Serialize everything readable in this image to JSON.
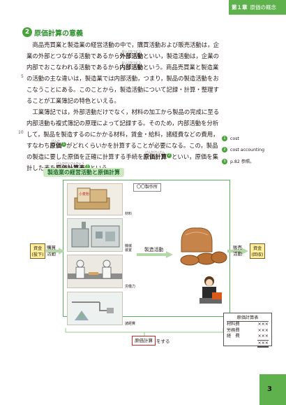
{
  "header": {
    "chapter_no": "第１章",
    "chapter_title": "原価の概念"
  },
  "section": {
    "number": "2",
    "title": "原価計算の意義"
  },
  "paragraph1": {
    "l1": "商品売買業と製造業の経営活動の中で，購買活動および販売活動は，企",
    "l2a": "業の外部とつながる活動であるから",
    "l2b": "外部活動",
    "l2b_ruby": "がいぶかつどう",
    "l2c": "といい，製造活動は，企業の",
    "l3a": "内部でおこなわれる活動であるから",
    "l3b": "内部活動",
    "l3b_ruby": "ないぶかつどう",
    "l3c": "という。商品売買業と製造業",
    "l4": "の活動の主な違いは，製造業では内部活動，つまり，製品の製造活動をお",
    "l5": "こなうことにある。このことから，製造活動について記録・計算・整理す",
    "l6": "ることが工業簿記の特色といえる。"
  },
  "paragraph2": {
    "l1": "工業簿記では，外部活動だけでなく，材料の加工から製品の完成に至る",
    "l2": "内部活動も複式簿記の原理によって記録する。そのため，内部活動を分析",
    "l3": "して，製品を製造するのにかかる材料，賃金・給料，諸経費などの費用，",
    "l4a": "すなわち",
    "l4b": "原価",
    "l4b_ruby": "げんか",
    "l4c": "がどれくらいかを計算することが必要になる。この，製品",
    "l5a": "の製造に要した原価を正確に計算する手続を",
    "l5b": "原価計算",
    "l5b_ruby": "げんかけいさん",
    "l5c": "といい，原価を集",
    "l6a": "計した表を",
    "l6b": "原価計算表",
    "l6b_ruby": "げんかけいさんひょう",
    "l6c": "という。"
  },
  "line_numbers": [
    "5",
    "10"
  ],
  "notes": [
    {
      "n": "1",
      "text": "cost"
    },
    {
      "n": "2",
      "text": "cost accounting"
    },
    {
      "n": "3",
      "text": "p.82 参照。"
    }
  ],
  "diagram": {
    "title": "製造業の経営活動と原価計算",
    "factory": "〇〇製作所",
    "labels": {
      "material": "材料",
      "machine": "機械\n装置",
      "labor": "労働力",
      "expense": "諸経費"
    },
    "left_box": "資金\n(投下)",
    "purchase": "購買\n活動",
    "mfg": "製造活動",
    "sales": "販売\n活動",
    "right_box": "資金\n(回収)",
    "keisan": "原価計算",
    "suru": "をする",
    "cost_table": {
      "title": "原価計算表",
      "rows": [
        {
          "item": "材料費",
          "value": "×××"
        },
        {
          "item": "労務費",
          "value": "×××"
        },
        {
          "item": "経　費",
          "value": "×××"
        },
        {
          "item": "",
          "value": "×××"
        }
      ]
    },
    "sack_label": "小麦粉"
  },
  "page_number": "3",
  "colors": {
    "accent": "#5fb14e",
    "dark_green": "#2f8f2f",
    "highlight": "#ffef9a",
    "red": "#c62828"
  }
}
